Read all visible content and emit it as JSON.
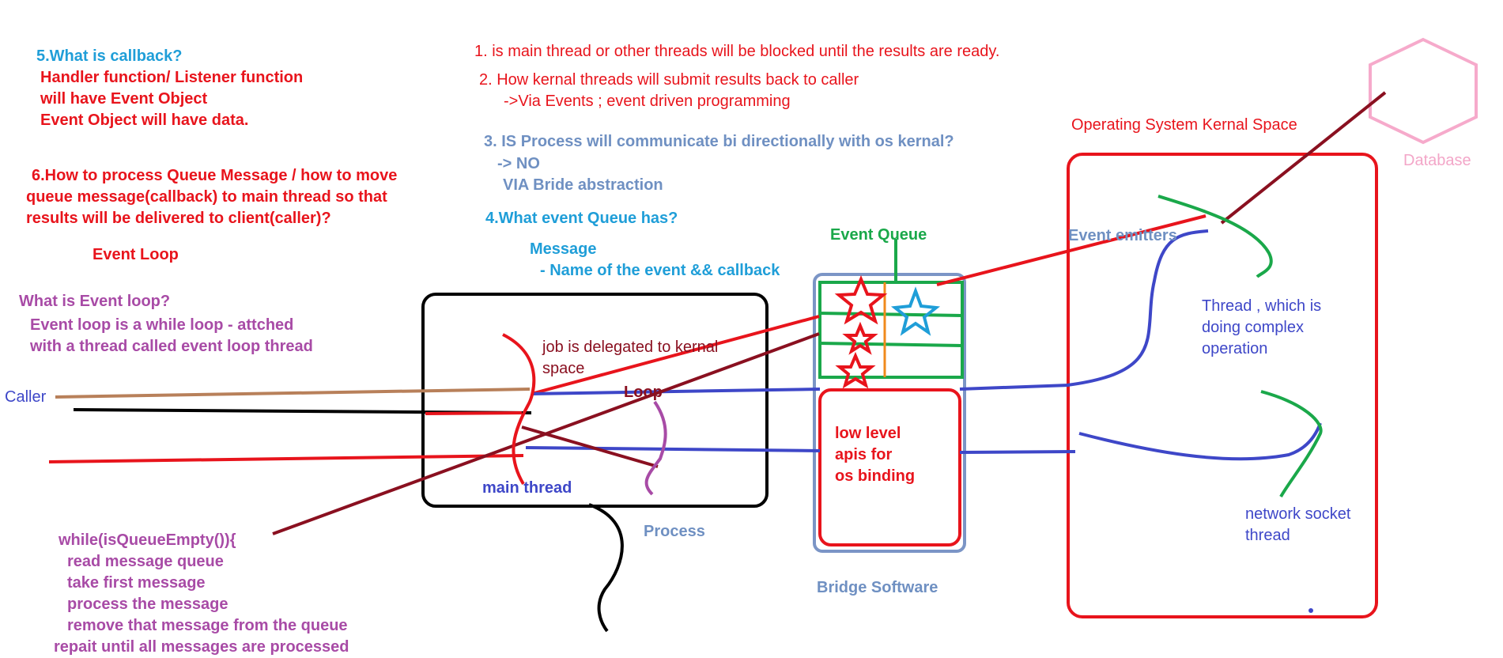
{
  "callback_q": {
    "heading": "5.What is callback?",
    "lines": [
      "Handler function/ Listener function",
      "will have Event Object",
      "Event Object will have data."
    ]
  },
  "queue_q": {
    "lines": [
      "6.How to process Queue Message / how to move",
      "queue message(callback) to main thread so that",
      "results will be delivered to client(caller)?"
    ]
  },
  "event_loop_title": "Event Loop",
  "event_loop_q": {
    "heading": "What is Event loop?",
    "lines": [
      "Event loop is a while loop - attched",
      "with a thread called event loop thread"
    ]
  },
  "caller": "Caller",
  "pseudocode": [
    "while(isQueueEmpty()){",
    "  read message queue",
    "  take first message",
    "  process the message",
    "  remove that message from the queue",
    "repait until all messages are processed"
  ],
  "question_1": "1. is main thread or other threads will be blocked until the results are ready.",
  "question_2": {
    "heading": "2. How kernal threads will submit results back to caller",
    "answer": "->Via Events ; event driven programming"
  },
  "question_3": {
    "heading": "3. IS Process will communicate bi directionally with os kernal?",
    "lines": [
      "-> NO",
      "VIA Bride abstraction"
    ]
  },
  "question_4": "4.What event Queue has?",
  "message_def": {
    "heading": "Message",
    "detail": "- Name of the event && callback"
  },
  "process_box": {
    "delegated": [
      "job is delegated to kernal",
      "space"
    ],
    "loop": "Loop",
    "main_thread": "main thread",
    "label": "Process"
  },
  "event_queue": "Event Queue",
  "bridge": {
    "apis": [
      "low level",
      "apis for",
      "os binding"
    ],
    "label": "Bridge Software"
  },
  "kernel": {
    "title": "Operating System Kernal Space",
    "event_emitters": "Event emitters",
    "thread_complex": [
      "Thread , which is",
      "doing complex",
      "operation"
    ],
    "network_thread": [
      "network socket",
      "thread"
    ]
  },
  "database": "Database"
}
